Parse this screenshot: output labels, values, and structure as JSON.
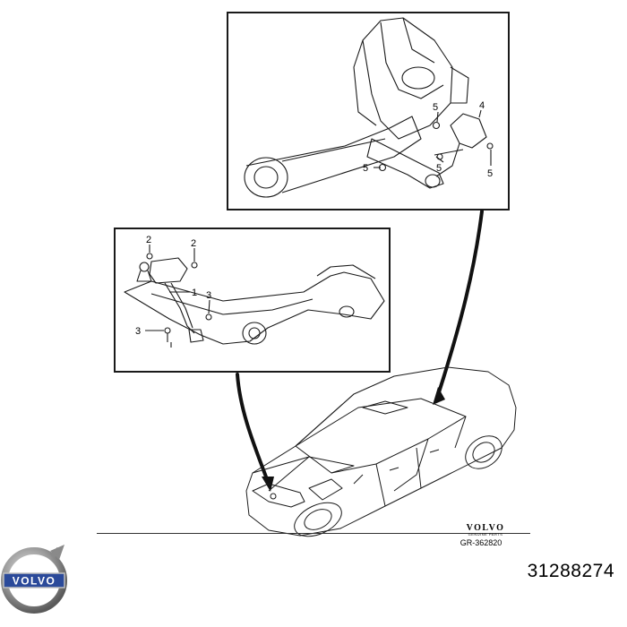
{
  "diagram": {
    "rear_panel": {
      "callouts": [
        "4",
        "5",
        "5",
        "5",
        "5"
      ]
    },
    "front_panel": {
      "callouts": [
        "2",
        "2",
        "1",
        "3",
        "3"
      ]
    }
  },
  "footer": {
    "brand_small": "VOLVO",
    "brand_small_sub": "GENUINE PARTS",
    "diagram_ref": "GR-362820",
    "part_number": "31288274",
    "logo_text": "VOLVO"
  },
  "colors": {
    "line": "#1a1a1a",
    "logo_blue": "#2b4a9a",
    "logo_steel": "#7d7d7d"
  }
}
